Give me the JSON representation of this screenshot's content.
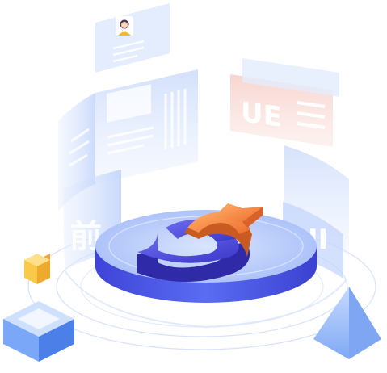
{
  "colors": {
    "background": "#ffffff",
    "panel_blue": "#c9d9fb",
    "panel_blue_deep": "#a9c1f6",
    "disc_top": "#b9cdfc",
    "disc_side": "#4e5ef0",
    "logo_blue": "#4a4be0",
    "logo_orange": "#f58a42",
    "panel_pink": "#f7c9c3",
    "cube_yellow": "#f9c94a",
    "cube_blue": "#6f9cf5",
    "pyramid_blue": "#9fc1fb",
    "avatar_skin": "#ffd6b5",
    "avatar_hair": "#4b3b52",
    "avatar_shirt": "#f7b731"
  },
  "panels": {
    "pink_panel_glyphs": "UE",
    "left_panel_glyphs": "前",
    "right_panel_glyphs": "UI"
  }
}
